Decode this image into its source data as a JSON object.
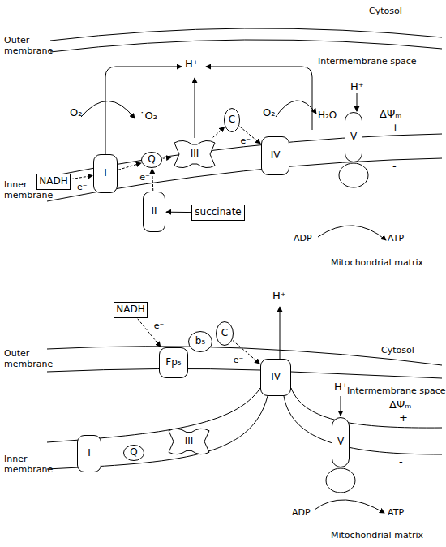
{
  "diagram": {
    "nodes": [
      {
        "text": [
          "I"
        ]
      },
      {
        "text": [
          "Q"
        ]
      },
      {
        "text": [
          "III"
        ]
      },
      {
        "text": [
          "C"
        ]
      },
      {
        "text": [
          "IV"
        ]
      },
      {
        "text": [
          "V"
        ]
      },
      {
        "text": [
          "NADH"
        ]
      },
      {
        "text": [
          "II"
        ]
      },
      {
        "text": [
          "succinate"
        ]
      },
      {
        "text": [
          "NADH"
        ]
      },
      {
        "text": [
          "Fp₅"
        ]
      },
      {
        "text": [
          "b₅"
        ]
      },
      {
        "text": [
          "C"
        ]
      },
      {
        "text": [
          "IV"
        ]
      },
      {
        "text": [
          "V"
        ]
      },
      {
        "text": [
          "I"
        ]
      },
      {
        "text": [
          "Q"
        ]
      },
      {
        "text": [
          "III"
        ]
      }
    ],
    "edges": [
      {
        "from": 6,
        "to": 0,
        "arrow": "to",
        "label": "e⁻"
      },
      {
        "from": 0,
        "to": 1,
        "arrow": "to"
      },
      {
        "from": 1,
        "to": 2,
        "arrow": "to"
      },
      {
        "from": 2,
        "to": 3,
        "arrow": "to"
      },
      {
        "from": 3,
        "to": 4,
        "arrow": "to",
        "label": "e⁻"
      },
      {
        "from": 7,
        "to": 1,
        "arrow": "to",
        "label": "e⁻"
      },
      {
        "from": 8,
        "to": 7,
        "arrow": "to"
      },
      {
        "from": 9,
        "to": 10,
        "arrow": "to",
        "label": "e⁻"
      },
      {
        "from": 12,
        "to": 13,
        "arrow": "to",
        "label": "e⁻"
      }
    ],
    "labels": [
      "Cytosol",
      "Outer membrane",
      "Intermembrane space",
      "O₂",
      "˙O₂⁻",
      "H⁺",
      "O₂",
      "H₂O",
      "H⁺",
      "ΔΨₘ",
      "+",
      "Inner membrane",
      "-",
      "ADP",
      "ATP",
      "Mitochondrial matrix",
      "H⁺",
      "Cytosol",
      "Outer membrane",
      "H⁺",
      "Intermembrane space",
      "ΔΨₘ",
      "+",
      "Inner membrane",
      "-",
      "ADP",
      "ATP",
      "Mitochondrial matrix"
    ]
  }
}
